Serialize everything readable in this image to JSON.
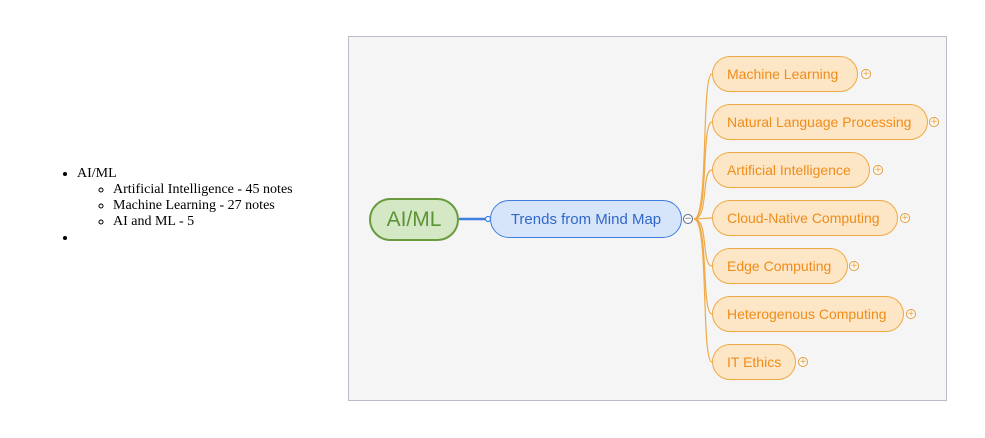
{
  "outline": {
    "root_label": "AI/ML",
    "children": [
      "Artificial Intelligence - 45 notes",
      "Machine Learning - 27 notes",
      "AI and ML - 5"
    ]
  },
  "mindmap": {
    "root": "AI/ML",
    "center": "Trends from Mind Map",
    "center_toggle": "−",
    "leaf_toggle": "+",
    "leaves": [
      "Machine Learning",
      "Natural Language Processing",
      "Artificial Intelligence",
      "Cloud-Native Computing",
      "Edge Computing",
      "Heterogenous Computing",
      "IT Ethics"
    ]
  },
  "colors": {
    "root": "#6a9a3e",
    "center": "#3d7ee0",
    "leaf": "#efa946"
  }
}
